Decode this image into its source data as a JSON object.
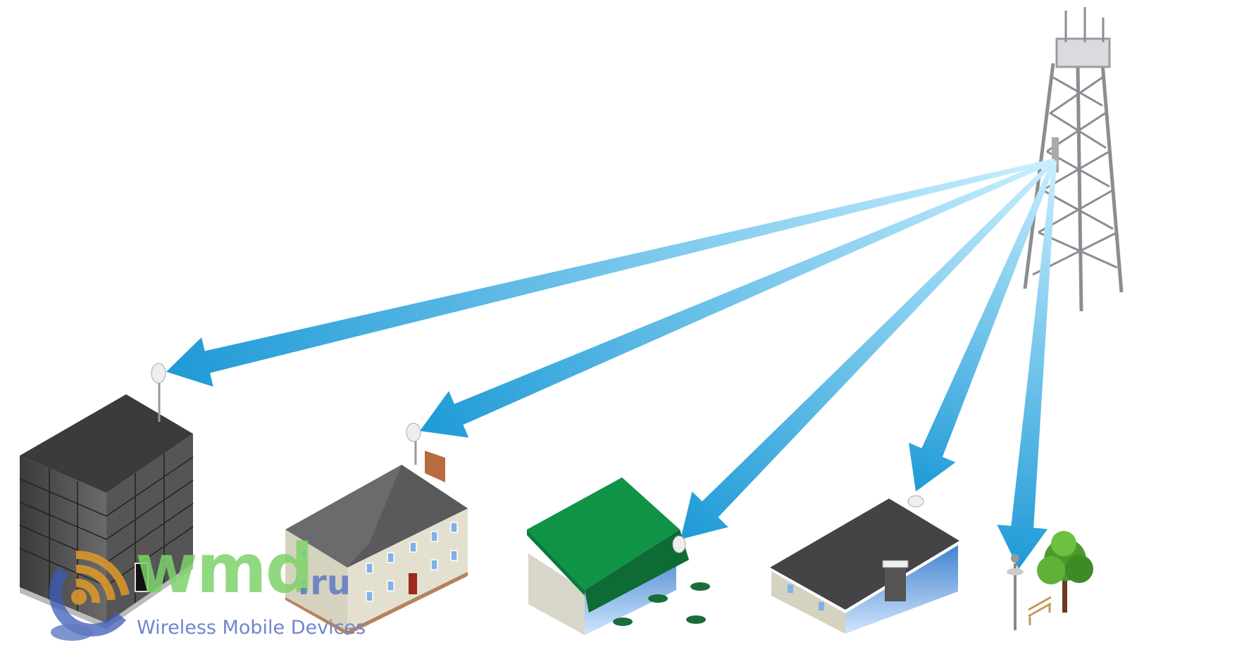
{
  "logo": {
    "name": "wmd",
    "tld": ".ru",
    "tagline": "Wireless Mobile Devices"
  },
  "colors": {
    "arrow_dark": "#1e9ad6",
    "arrow_light": "#c9efff",
    "roof_green": "#0f9447",
    "roof_gray": "#5a5a5c",
    "glass_blue": "#6aa9e0"
  },
  "links": [
    {
      "target": "office-building"
    },
    {
      "target": "house"
    },
    {
      "target": "cafe"
    },
    {
      "target": "store"
    },
    {
      "target": "street-lamp"
    }
  ]
}
